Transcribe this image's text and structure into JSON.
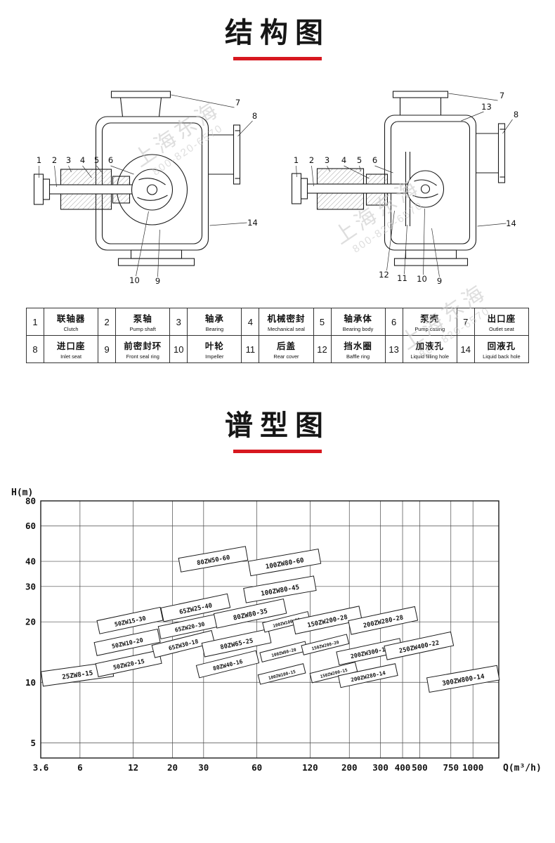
{
  "page": {
    "watermark": {
      "name": "上海东海",
      "phone": "800-820-6570"
    }
  },
  "structure_section": {
    "title": "结构图",
    "left_callouts": [
      "1",
      "2",
      "3",
      "4",
      "5",
      "6",
      "7",
      "8",
      "14",
      "10",
      "9"
    ],
    "right_callouts": [
      "1",
      "2",
      "3",
      "4",
      "5",
      "6",
      "7",
      "13",
      "8",
      "14",
      "12",
      "11",
      "10",
      "9"
    ],
    "parts": [
      {
        "no": "1",
        "zh": "联轴器",
        "en": "Clutch"
      },
      {
        "no": "2",
        "zh": "泵轴",
        "en": "Pump shaft"
      },
      {
        "no": "3",
        "zh": "轴承",
        "en": "Bearing"
      },
      {
        "no": "4",
        "zh": "机械密封",
        "en": "Mechanical seal"
      },
      {
        "no": "5",
        "zh": "轴承体",
        "en": "Bearing body"
      },
      {
        "no": "6",
        "zh": "泵壳",
        "en": "Pump casing"
      },
      {
        "no": "7",
        "zh": "出口座",
        "en": "Outlet seat"
      },
      {
        "no": "8",
        "zh": "进口座",
        "en": "Inlet seat"
      },
      {
        "no": "9",
        "zh": "前密封环",
        "en": "Front seal ring"
      },
      {
        "no": "10",
        "zh": "叶轮",
        "en": "Impeller"
      },
      {
        "no": "11",
        "zh": "后盖",
        "en": "Rear cover"
      },
      {
        "no": "12",
        "zh": "挡水圈",
        "en": "Baffle ring"
      },
      {
        "no": "13",
        "zh": "加液孔",
        "en": "Liquid filling hole"
      },
      {
        "no": "14",
        "zh": "回液孔",
        "en": "Liquid back hole"
      }
    ]
  },
  "spectrum_section": {
    "title": "谱型图"
  },
  "chart_data": {
    "type": "scatter",
    "subtype": "pump-model-selection-boxes",
    "title": "谱型图",
    "xlabel": "Q(m³/h)",
    "ylabel": "H(m)",
    "xscale": "log",
    "yscale": "log",
    "grid": true,
    "xlim": [
      3.6,
      1400
    ],
    "ylim": [
      4.2,
      80
    ],
    "xticks": [
      3.6,
      6,
      12,
      20,
      30,
      60,
      120,
      200,
      300,
      400,
      500,
      750,
      1000
    ],
    "yticks": [
      80,
      60,
      40,
      30,
      20,
      10,
      5
    ],
    "models": [
      {
        "label": "25ZW8-15",
        "q": 5.8,
        "h": 11,
        "s": 1.1,
        "a": -8
      },
      {
        "label": "50ZW20-15",
        "q": 11.3,
        "h": 12.4,
        "s": 1.0,
        "a": -12
      },
      {
        "label": "50ZW10-20",
        "q": 11.1,
        "h": 15.8,
        "s": 1.0,
        "a": -12
      },
      {
        "label": "50ZW15-30",
        "q": 11.5,
        "h": 20.3,
        "s": 1.0,
        "a": -12
      },
      {
        "label": "65ZW30-18",
        "q": 23,
        "h": 15.5,
        "s": 0.95,
        "a": -14
      },
      {
        "label": "65ZW20-30",
        "q": 25,
        "h": 19,
        "s": 0.95,
        "a": -12
      },
      {
        "label": "65ZW25-40",
        "q": 27,
        "h": 23.5,
        "s": 1.05,
        "a": -12
      },
      {
        "label": "80ZW40-16",
        "q": 41,
        "h": 12.3,
        "s": 0.95,
        "a": -14
      },
      {
        "label": "80ZW65-25",
        "q": 46,
        "h": 15.7,
        "s": 1.05,
        "a": -12
      },
      {
        "label": "80ZW80-35",
        "q": 55,
        "h": 22,
        "s": 1.1,
        "a": -12
      },
      {
        "label": "80ZW50-60",
        "q": 34,
        "h": 41,
        "s": 1.05,
        "a": -10
      },
      {
        "label": "100ZW80-60",
        "q": 86,
        "h": 39.5,
        "s": 1.1,
        "a": -10
      },
      {
        "label": "100ZW80-45",
        "q": 81,
        "h": 29,
        "s": 1.1,
        "a": -10
      },
      {
        "label": "100ZW100-30",
        "q": 88,
        "h": 20,
        "s": 0.72,
        "a": -14
      },
      {
        "label": "100ZW80-20",
        "q": 85,
        "h": 14.2,
        "s": 0.72,
        "a": -14
      },
      {
        "label": "100ZW100-15",
        "q": 83,
        "h": 11,
        "s": 0.72,
        "a": -14
      },
      {
        "label": "150ZW200-28",
        "q": 150,
        "h": 20.4,
        "s": 1.05,
        "a": -12
      },
      {
        "label": "150ZW200-20",
        "q": 146,
        "h": 15.4,
        "s": 0.72,
        "a": -14
      },
      {
        "label": "150ZW200-15",
        "q": 163,
        "h": 11.2,
        "s": 0.72,
        "a": -14
      },
      {
        "label": "200ZW280-28",
        "q": 310,
        "h": 20.3,
        "s": 1.05,
        "a": -12
      },
      {
        "label": "200ZW300-18",
        "q": 260,
        "h": 14.2,
        "s": 1.0,
        "a": -12
      },
      {
        "label": "200ZW280-14",
        "q": 255,
        "h": 10.8,
        "s": 0.9,
        "a": -12
      },
      {
        "label": "250ZW400-22",
        "q": 495,
        "h": 15.2,
        "s": 1.05,
        "a": -12
      },
      {
        "label": "300ZW800-14",
        "q": 880,
        "h": 10.4,
        "s": 1.1,
        "a": -10
      }
    ]
  }
}
